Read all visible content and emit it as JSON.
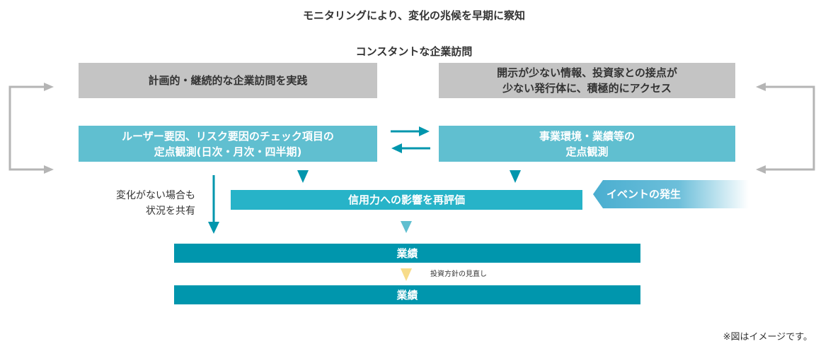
{
  "header": {
    "main_title": "モニタリングにより、変化の兆候を早期に察知",
    "sub_title": "コンスタントな企業訪問"
  },
  "boxes": {
    "planned_visits": "計画的・継続的な企業訪問を実践",
    "proactive_access_line1": "開示が少ない情報、投資家との接点が",
    "proactive_access_line2": "少ない発行体に、積極的にアクセス",
    "risk_obs_line1": "ルーザー要因、リスク要因のチェック項目の",
    "risk_obs_line2": "定点観測(日次・月次・四半期)",
    "business_obs_line1": "事業環境・業績等の",
    "business_obs_line2": "定点観測",
    "reevaluate": "信用力への影響を再評価",
    "event": "イベントの発生",
    "performance_top": "業績",
    "performance_bottom": "業績"
  },
  "notes": {
    "no_change_line1": "変化がない場合も",
    "no_change_line2": "状況を共有",
    "policy_review": "投資方針の見直し",
    "footer": "※図はイメージです。"
  },
  "colors": {
    "gray_box": "#c4c4c4",
    "teal_box": "#60bfd0",
    "mid_box": "#27b3c8",
    "dark_bar": "#0096ad",
    "yellow_arrow": "#f7dc8a",
    "gray_arrow": "#b5b5b5"
  }
}
